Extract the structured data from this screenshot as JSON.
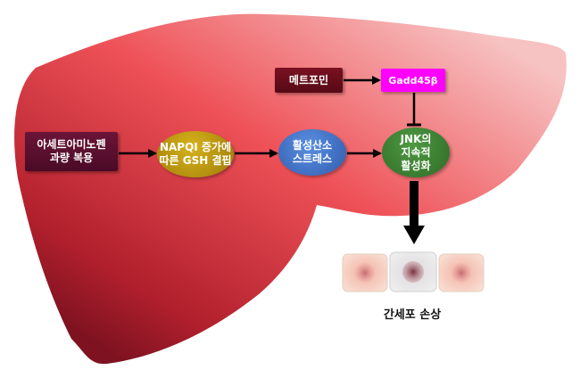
{
  "diagram": {
    "nodes": {
      "acetaminophen": "아세트아미노펜\n과량 복용",
      "napqi": "NAPQI 증가에\n따른 GSH 결핍",
      "ros": "활성산소\n스트레스",
      "jnk": "JNK의\n지속적\n활성화",
      "metformin": "메트포민",
      "gadd45b": "Gadd45β"
    },
    "caption": "간세포 손상",
    "colors": {
      "liver_light": "#f6b8b8",
      "liver_mid": "#ee4e55",
      "liver_dark": "#8e1524",
      "acetaminophen_box": "#5a0f2e",
      "napqi_oval": "#c9a111",
      "ros_oval": "#4a7fd4",
      "jnk_oval": "#3f8a36",
      "metformin_box": "#6b0e1c",
      "gadd45b_box": "#ff00ff",
      "arrow": "#000000"
    }
  }
}
